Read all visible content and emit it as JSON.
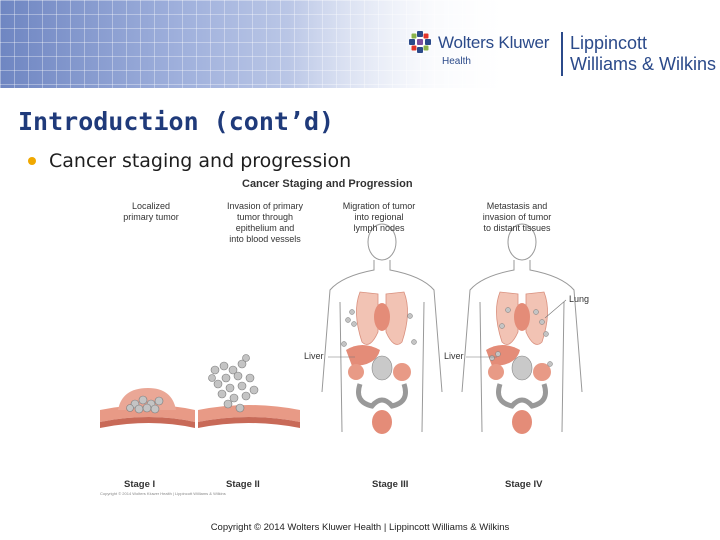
{
  "header": {
    "brand_wk": "Wolters Kluwer",
    "brand_health": "Health",
    "brand_lww_line1": "Lippincott",
    "brand_lww_line2": "Williams & Wilkins",
    "logo_icon": "wk-logo-icon"
  },
  "slide": {
    "title": "Introduction (cont’d)",
    "bullet": "Cancer staging and progression"
  },
  "figure": {
    "title": "Cancer Staging and Progression",
    "descriptions": [
      "Localized\nprimary tumor",
      "Invasion of primary\ntumor through\nepithelium and\ninto blood vessels",
      "Migration of tumor\ninto regional\nlymph nodes",
      "Metastasis and\ninvasion of tumor\nto distant tissues"
    ],
    "stages": [
      "Stage I",
      "Stage II",
      "Stage III",
      "Stage IV"
    ],
    "organ_labels": {
      "liver_1": "Liver",
      "liver_2": "Liver",
      "lung": "Lung"
    },
    "credit": "Copyright © 2014 Wolters Kluwer Health | Lippincott Williams & Wilkins"
  },
  "footer": {
    "copyright": "Copyright © 2014 Wolters Kluwer Health | Lippincott Williams & Wilkins"
  },
  "colors": {
    "title_blue": "#1f3a7a",
    "bullet_orange": "#f0a800",
    "brand_blue": "#2b4a8a",
    "tissue_pink": "#e89a86",
    "tumor_gray": "#b9b9b9"
  }
}
